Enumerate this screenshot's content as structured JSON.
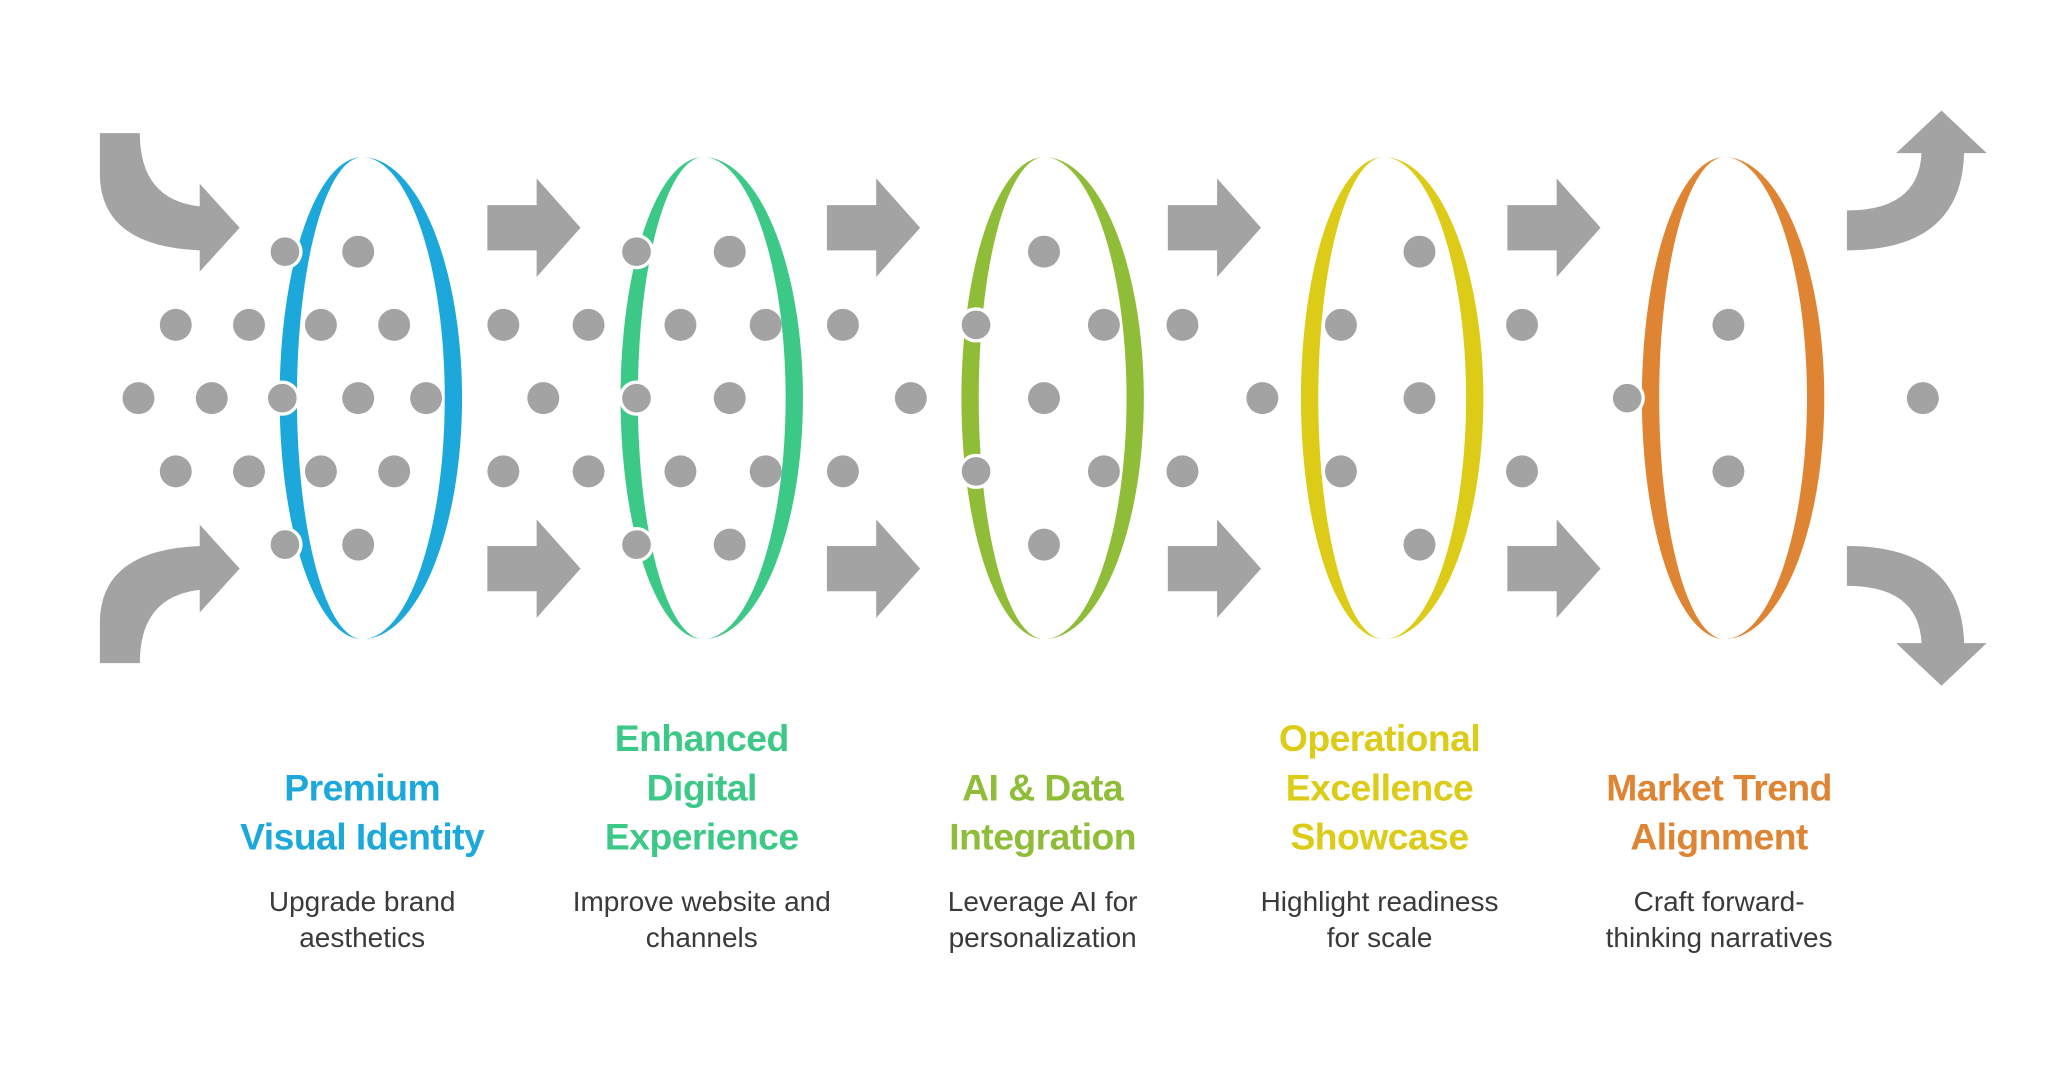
{
  "colors": {
    "arrow": "#a3a3a3",
    "dot": "#a3a3a3",
    "dot_outline": "#ffffff"
  },
  "stages": [
    {
      "title_lines": [
        "Premium",
        "Visual Identity"
      ],
      "desc_lines": [
        "Upgrade brand",
        "aesthetics"
      ],
      "color": "#1ca8da"
    },
    {
      "title_lines": [
        "Enhanced",
        "Digital",
        "Experience"
      ],
      "desc_lines": [
        "Improve website and",
        "channels"
      ],
      "color": "#3cc886"
    },
    {
      "title_lines": [
        "AI & Data",
        "Integration"
      ],
      "desc_lines": [
        "Leverage AI for",
        "personalization"
      ],
      "color": "#90bd38"
    },
    {
      "title_lines": [
        "Operational",
        "Excellence",
        "Showcase"
      ],
      "desc_lines": [
        "Highlight readiness",
        "for scale"
      ],
      "color": "#dccc18"
    },
    {
      "title_lines": [
        "Market Trend",
        "Alignment"
      ],
      "desc_lines": [
        "Craft forward-",
        "thinking narratives"
      ],
      "color": "#df8432"
    }
  ]
}
